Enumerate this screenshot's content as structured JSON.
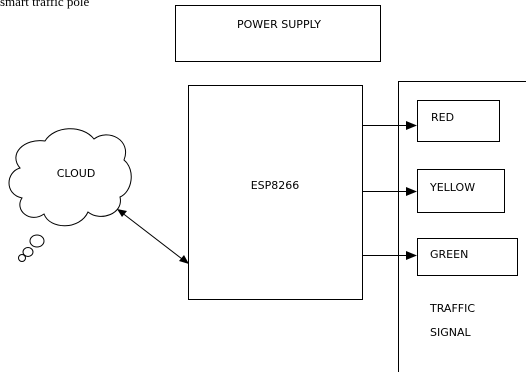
{
  "caption": "smart traffic pole",
  "nodes": {
    "power_supply": "POWER SUPPLY",
    "cloud": "CLOUD",
    "esp8266": "ESP8266",
    "red": "RED",
    "yellow": "YELLOW",
    "green": "GREEN",
    "traffic_line1": "TRAFFIC",
    "traffic_line2": "SIGNAL"
  },
  "edges": [
    {
      "from": "cloud",
      "to": "esp8266",
      "direction": "bidirectional"
    },
    {
      "from": "esp8266",
      "to": "red",
      "direction": "forward"
    },
    {
      "from": "esp8266",
      "to": "yellow",
      "direction": "forward"
    },
    {
      "from": "esp8266",
      "to": "green",
      "direction": "forward"
    }
  ],
  "colors": {
    "line": "#000000",
    "background": "#ffffff"
  }
}
